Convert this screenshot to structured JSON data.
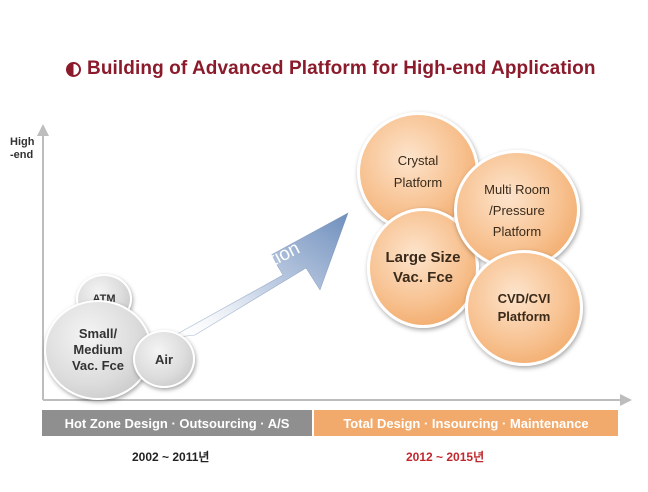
{
  "title": "Building of Advanced Platform for High-end Application",
  "y_axis": {
    "line1": "High",
    "line2": "-end"
  },
  "arrow_label": "Innovation",
  "left_bubbles": {
    "atm": "ATM",
    "small_medium": "Small/\nMedium\nVac. Fce",
    "air": "Air"
  },
  "right_bubbles": {
    "crystal": "Crystal\nPlatform",
    "multi_room": "Multi Room\n/Pressure\nPlatform",
    "large_size": "Large Size\nVac. Fce",
    "cvd_cvi": "CVD/CVI\nPlatform"
  },
  "bands": {
    "left": "Hot Zone Design · Outsourcing · A/S",
    "right": "Total Design · Insourcing · Maintenance"
  },
  "periods": {
    "left": "2002 ~ 2011년",
    "right": "2012 ~ 2015년"
  },
  "colors": {
    "title": "#8b1a2b",
    "band_left": "#8f8f8f",
    "band_right": "#f2aa6c",
    "period_right": "#c0282d",
    "bubble_orange": "#f7c08e",
    "bubble_gray": "#d6d6d6"
  }
}
